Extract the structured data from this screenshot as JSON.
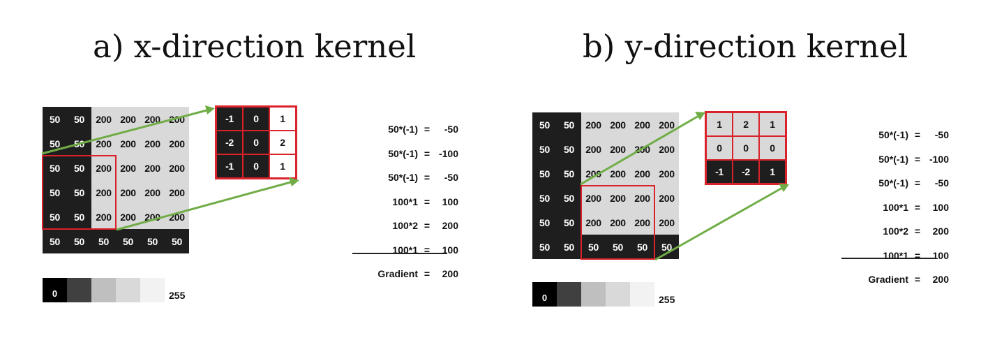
{
  "panels": [
    {
      "title": "a) x-direction kernel",
      "image_grid": [
        [
          "50",
          "50",
          "200",
          "200",
          "200",
          "200"
        ],
        [
          "50",
          "50",
          "200",
          "200",
          "200",
          "200"
        ],
        [
          "50",
          "50",
          "200",
          "200",
          "200",
          "200"
        ],
        [
          "50",
          "50",
          "200",
          "200",
          "200",
          "200"
        ],
        [
          "50",
          "50",
          "200",
          "200",
          "200",
          "200"
        ],
        [
          "50",
          "50",
          "50",
          "50",
          "50",
          "50"
        ]
      ],
      "kernel": [
        [
          "-1",
          "0",
          "1"
        ],
        [
          "-2",
          "0",
          "2"
        ],
        [
          "-1",
          "0",
          "1"
        ]
      ],
      "equations": [
        {
          "lhs": "50*(-1)",
          "op": "=",
          "rhs": "-50"
        },
        {
          "lhs": "50*(-1)",
          "op": "=",
          "rhs": "-100"
        },
        {
          "lhs": "50*(-1)",
          "op": "=",
          "rhs": "-50"
        },
        {
          "lhs": "100*1",
          "op": "=",
          "rhs": "100"
        },
        {
          "lhs": "100*2",
          "op": "=",
          "rhs": "200"
        },
        {
          "lhs": "100*1",
          "op": "=",
          "rhs": "100"
        },
        {
          "lhs": "Gradient",
          "op": "=",
          "rhs": "200"
        }
      ],
      "scale": {
        "min": "0",
        "max": "255"
      }
    },
    {
      "title": "b) y-direction kernel",
      "image_grid": [
        [
          "50",
          "50",
          "200",
          "200",
          "200",
          "200"
        ],
        [
          "50",
          "50",
          "200",
          "200",
          "200",
          "200"
        ],
        [
          "50",
          "50",
          "200",
          "200",
          "200",
          "200"
        ],
        [
          "50",
          "50",
          "200",
          "200",
          "200",
          "200"
        ],
        [
          "50",
          "50",
          "200",
          "200",
          "200",
          "200"
        ],
        [
          "50",
          "50",
          "50",
          "50",
          "50",
          "50"
        ]
      ],
      "kernel": [
        [
          "1",
          "2",
          "1"
        ],
        [
          "0",
          "0",
          "0"
        ],
        [
          "-1",
          "-2",
          "1"
        ]
      ],
      "equations": [
        {
          "lhs": "50*(-1)",
          "op": "=",
          "rhs": "-50"
        },
        {
          "lhs": "50*(-1)",
          "op": "=",
          "rhs": "-100"
        },
        {
          "lhs": "50*(-1)",
          "op": "=",
          "rhs": "-50"
        },
        {
          "lhs": "100*1",
          "op": "=",
          "rhs": "100"
        },
        {
          "lhs": "100*2",
          "op": "=",
          "rhs": "200"
        },
        {
          "lhs": "100*1",
          "op": "=",
          "rhs": "100"
        },
        {
          "lhs": "Gradient",
          "op": "=",
          "rhs": "200"
        }
      ],
      "scale": {
        "min": "0",
        "max": "255"
      }
    }
  ],
  "colors": {
    "highlight": "#d9222a",
    "arrow": "#70ad47",
    "dark_cell": "#1e1e1e",
    "light_cell": "#d9d9d9",
    "scale": [
      "#000000",
      "#404040",
      "#bfbfbf",
      "#d9d9d9",
      "#f2f2f2"
    ]
  }
}
